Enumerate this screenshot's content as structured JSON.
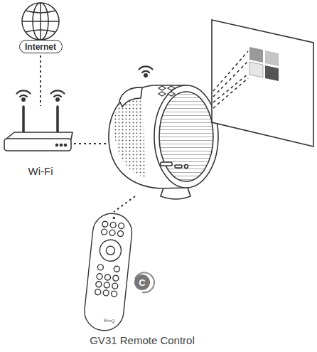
{
  "diagram": {
    "nodes": [
      {
        "text": [
          "Internet"
        ]
      },
      {
        "text": [
          "Wi-Fi"
        ]
      },
      {
        "text": [
          "GV31 Remote Control"
        ]
      },
      {
        "text": [
          "C"
        ]
      }
    ],
    "edges": [
      {
        "from": 0,
        "to": 1,
        "arrow": "none"
      }
    ],
    "labels": [
      "BenQ"
    ]
  }
}
